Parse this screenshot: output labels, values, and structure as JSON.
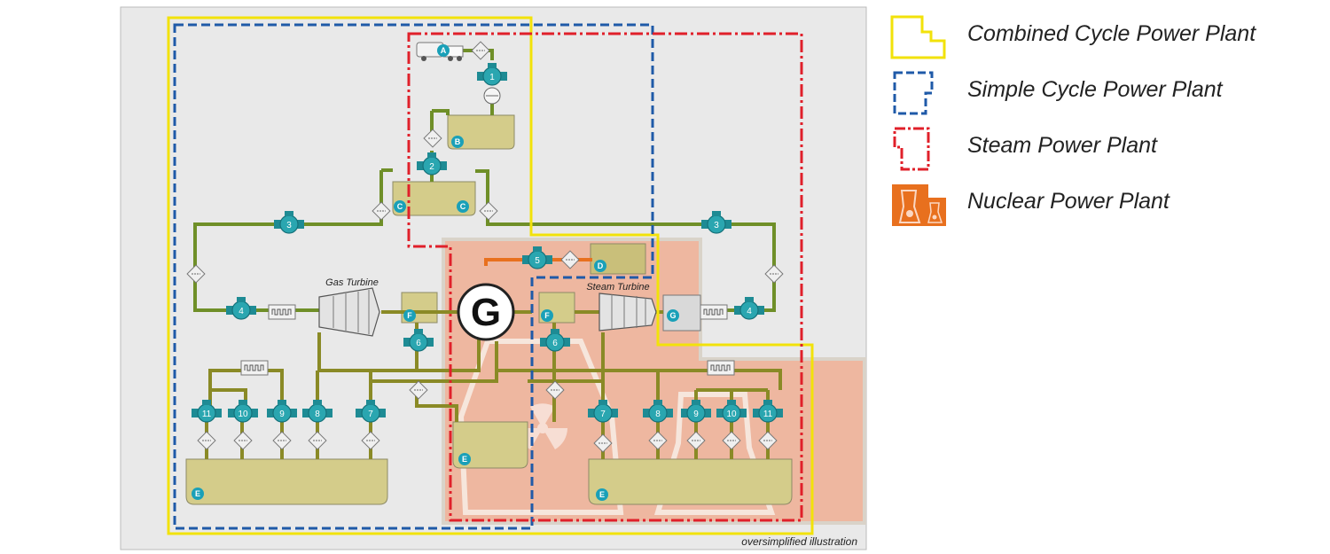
{
  "labels": {
    "gas_turbine": "Gas Turbine",
    "steam_turbine": "Steam Turbine",
    "generator": "G",
    "caption": "oversimplified illustration"
  },
  "letters": {
    "A": "A",
    "B": "B",
    "C": "C",
    "D": "D",
    "E": "E",
    "F": "F",
    "G": "G"
  },
  "pumps": [
    "1",
    "2",
    "3",
    "4",
    "5",
    "6",
    "7",
    "8",
    "9",
    "10",
    "11"
  ],
  "legend": [
    {
      "label": "Combined Cycle Power Plant",
      "color": "#f2e20a",
      "style": "solid",
      "icon": "stepped-outline-icon"
    },
    {
      "label": "Simple Cycle Power Plant",
      "color": "#1f5aa8",
      "style": "dashed",
      "icon": "dashed-outline-icon"
    },
    {
      "label": "Steam Power Plant",
      "color": "#e0202a",
      "style": "dash-dot",
      "icon": "dashdot-outline-icon"
    },
    {
      "label": "Nuclear Power Plant",
      "color": "#e8701e",
      "style": "filled",
      "icon": "nuclear-icon"
    }
  ],
  "colors": {
    "panel": "#e9e9e9",
    "nuclear_fill": "#eeb7a0",
    "tank": "#d4cc8a",
    "pipe_green": "#6f8f28",
    "pipe_olive": "#8a8a26",
    "pipe_orange": "#e8701e",
    "pump": "#2aa6b0",
    "marker": "#1aa0b8"
  }
}
